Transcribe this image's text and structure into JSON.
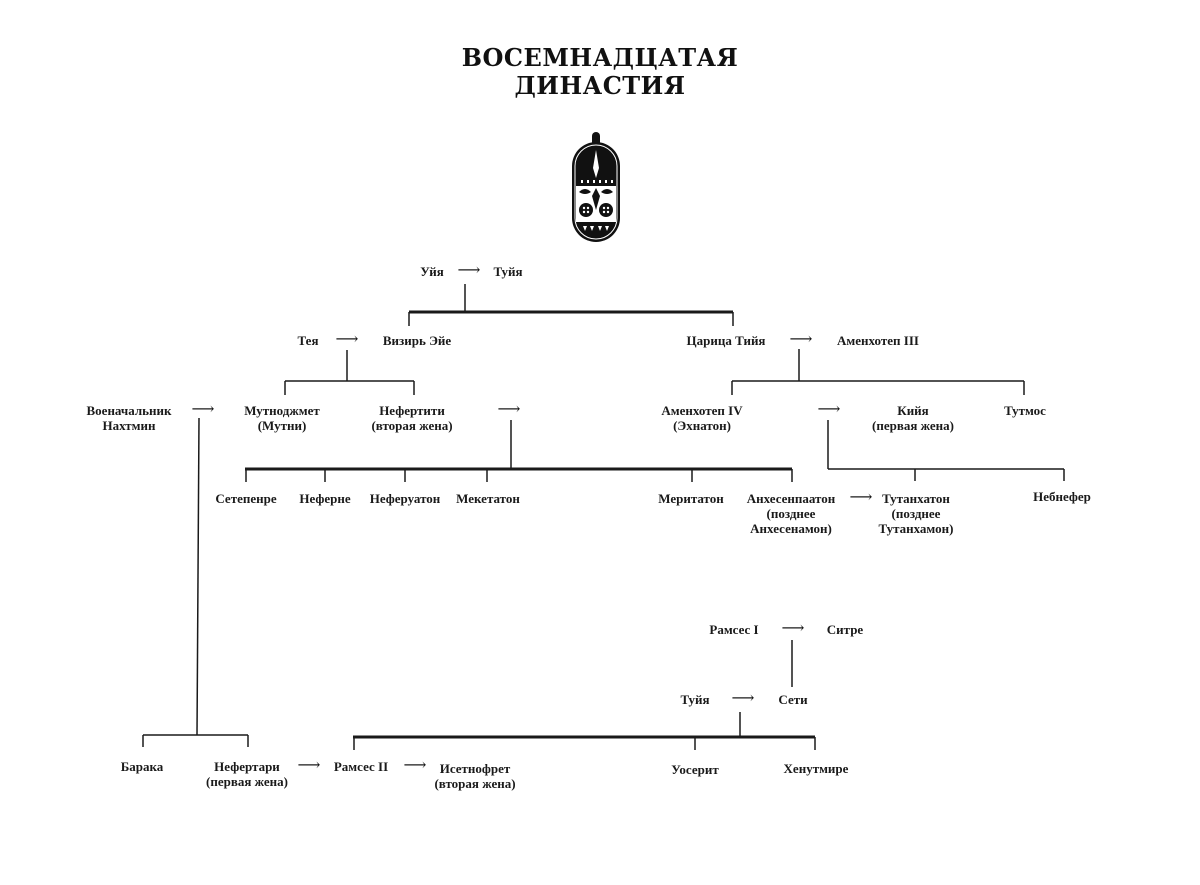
{
  "title": {
    "line1": "ВОСЕМНАДЦАТАЯ",
    "line2": "ДИНАСТИЯ"
  },
  "emblem": {
    "icon": "egyptian-cartouche-amulet-icon"
  },
  "arrow_glyph": "⟶",
  "people": {
    "uiya": {
      "name": "Уйя"
    },
    "tuiya1": {
      "name": "Туйя"
    },
    "teya": {
      "name": "Тея"
    },
    "vizir_eye": {
      "name": "Визирь Эйе"
    },
    "tsaritsa_tiya": {
      "name": "Царица Тийя"
    },
    "amenhotep3": {
      "name": "Аменхотеп III"
    },
    "nakhtmin": {
      "name": "Военачальник",
      "note": "Нахтмин"
    },
    "mutnodjmet": {
      "name": "Мутноджмет",
      "note": "(Мутни)"
    },
    "nefertiti": {
      "name": "Нефертити",
      "note": "(вторая жена)"
    },
    "amenhotep4": {
      "name": "Аменхотеп IV",
      "note": "(Эхнатон)"
    },
    "kiya": {
      "name": "Кийя",
      "note": "(первая жена)"
    },
    "tutmos": {
      "name": "Тутмос"
    },
    "setepenre": {
      "name": "Сетепенре"
    },
    "neferne": {
      "name": "Неферне"
    },
    "neferuaton": {
      "name": "Неферуатон"
    },
    "meketaton": {
      "name": "Мекетатон"
    },
    "meritaton": {
      "name": "Меритатон"
    },
    "ankhesenpaaton": {
      "name": "Анхесенпаатон",
      "note1": "(позднее",
      "note2": "Анхесенамон)"
    },
    "tutankhaton": {
      "name": "Тутанхатон",
      "note1": "(позднее",
      "note2": "Тутанхамон)"
    },
    "nebnefer": {
      "name": "Небнефер"
    },
    "ramses1": {
      "name": "Рамсес I"
    },
    "sitre": {
      "name": "Ситре"
    },
    "tuiya2": {
      "name": "Туйя"
    },
    "seti": {
      "name": "Сети"
    },
    "baraka": {
      "name": "Барака"
    },
    "nefertari": {
      "name": "Нефертари",
      "note": "(первая жена)"
    },
    "ramses2": {
      "name": "Рамсес II"
    },
    "isetnofret": {
      "name": "Исетнофрет",
      "note": "(вторая жена)"
    },
    "userit": {
      "name": "Уосерит"
    },
    "henutmire": {
      "name": "Хенутмире"
    }
  }
}
